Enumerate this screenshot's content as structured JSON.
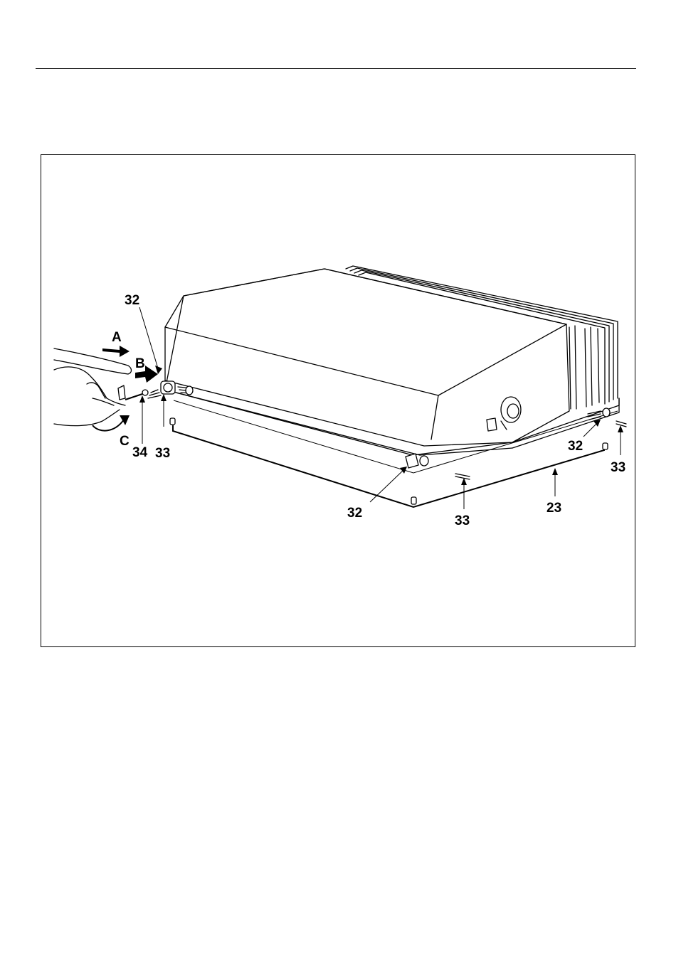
{
  "labels": {
    "l32_topleft": "32",
    "lA": "A",
    "lB": "B",
    "lC": "C",
    "l33_left": "33",
    "l34": "34",
    "l32_bottom": "32",
    "l33_bottom": "33",
    "l23": "23",
    "l32_right": "32",
    "l33_right": "33"
  }
}
